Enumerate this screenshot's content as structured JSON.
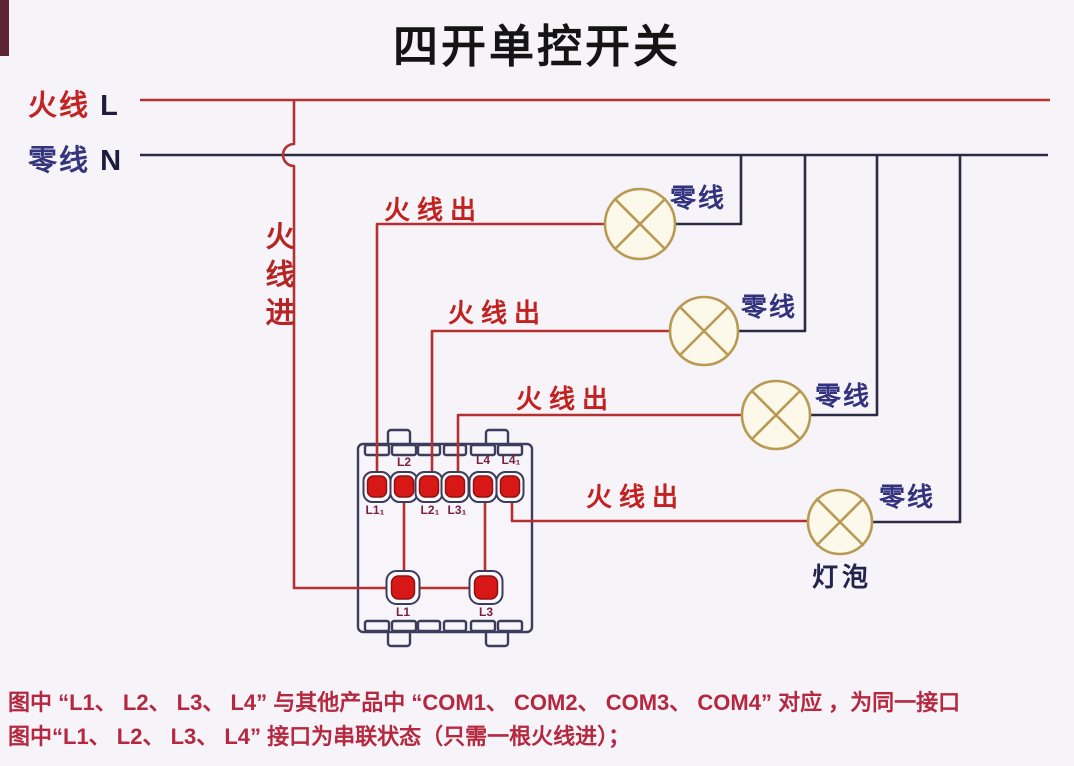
{
  "title": "四开单控开关",
  "legend": {
    "live_zh": "火线",
    "live_code": "L",
    "neutral_zh": "零线",
    "neutral_code": "N"
  },
  "wire_labels": {
    "live_in": "火线进",
    "live_out": "火线出",
    "neutral": "零线",
    "bulb": "灯泡"
  },
  "switchbox": {
    "top_above": [
      "",
      "L2",
      "",
      "",
      "L4",
      "L4₁"
    ],
    "top_below": [
      "L1₁",
      "",
      "L2₁",
      "L3₁",
      "",
      ""
    ],
    "bottom": [
      "L1",
      "L3"
    ]
  },
  "footnote": {
    "line1": "图中 “L1、 L2、 L3、 L4” 与其他产品中 “COM1、 COM2、 COM3、 COM4” 对应 ，为同一接口",
    "line2": "图中“L1、 L2、 L3、 L4” 接口为串联状态（只需一根火线进）；"
  },
  "colors": {
    "live_wire": "#b53030",
    "neutral_wire": "#2b2b45",
    "bulb_stroke": "#b99a52",
    "bulb_fill": "#fcf8ea",
    "terminal_red": "#d81717",
    "box_border": "#3c3c5c",
    "footnote_text": "#b5283f",
    "background": "#f6f4f8"
  }
}
